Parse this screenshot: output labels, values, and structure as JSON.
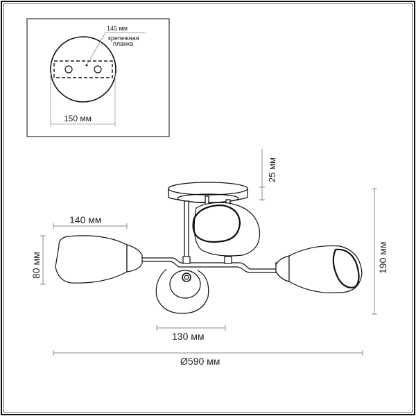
{
  "mount_plate_inset": {
    "bracket_length": "145 мм",
    "bracket_label_line1": "крепежная",
    "bracket_label_line2": "планка",
    "plate_diameter": "150 мм"
  },
  "fixture_dimensions": {
    "canopy_height": "25 мм",
    "shade_length": "140 мм",
    "shade_height": "80 мм",
    "total_height": "190 мм",
    "center_shade_width": "130 мм",
    "total_diameter": "Ø590 мм"
  },
  "colors": {
    "line": "#222222",
    "dimension_line": "#8a8a8a",
    "background": "#ffffff"
  }
}
